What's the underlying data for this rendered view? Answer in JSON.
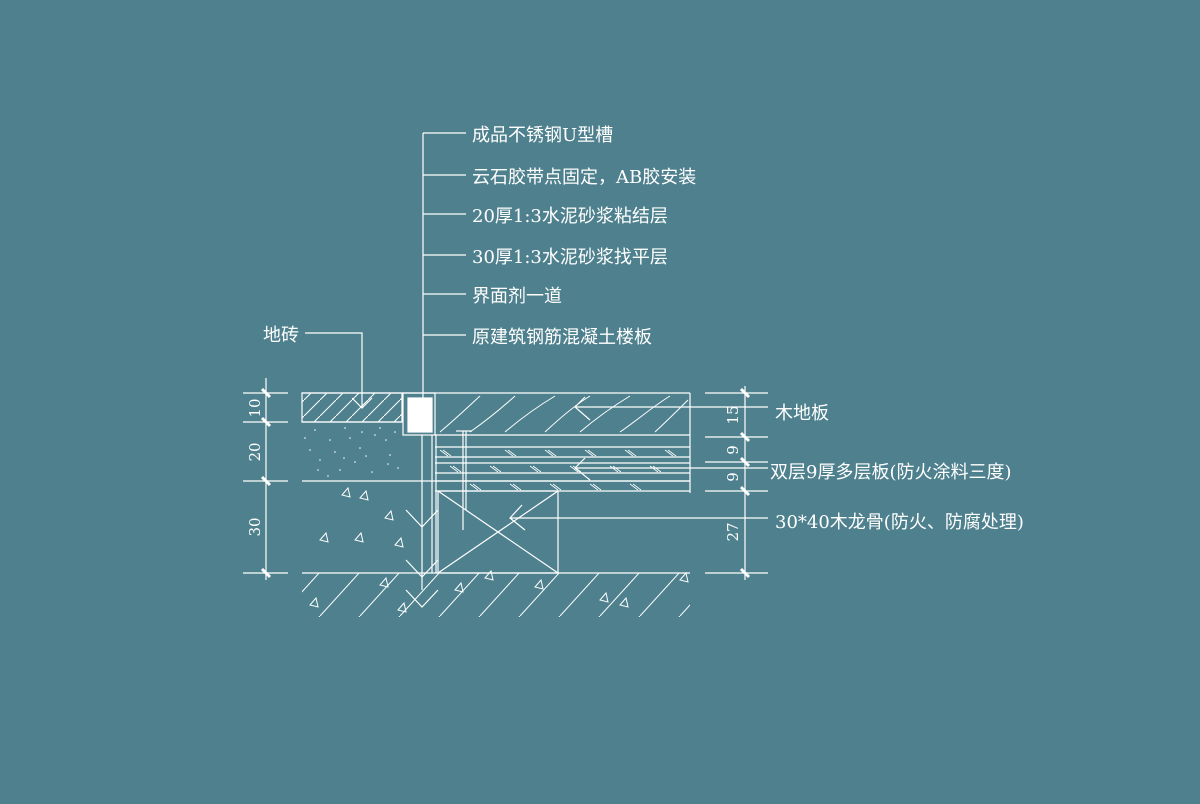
{
  "drawing": {
    "background": "#4E808E",
    "line_color": "#FFFFFF",
    "callouts_top": [
      {
        "label": "成品不锈钢U型槽"
      },
      {
        "label": "云石胶带点固定，AB胶安装"
      },
      {
        "label": "20厚1:3水泥砂浆粘结层"
      },
      {
        "label": "30厚1:3水泥砂浆找平层"
      },
      {
        "label": "界面剂一道"
      },
      {
        "label": "原建筑钢筋混凝土楼板"
      }
    ],
    "callout_left": {
      "label": "地砖"
    },
    "callouts_right": [
      {
        "label": "木地板"
      },
      {
        "label": "双层9厚多层板(防火涂料三度)"
      },
      {
        "label": "30*40木龙骨(防火、防腐处理)"
      }
    ],
    "dimensions_left": [
      {
        "value": "10"
      },
      {
        "value": "20"
      },
      {
        "value": "30"
      }
    ],
    "dimensions_right": [
      {
        "value": "15"
      },
      {
        "value": "9"
      },
      {
        "value": "9"
      },
      {
        "value": "27"
      }
    ]
  }
}
